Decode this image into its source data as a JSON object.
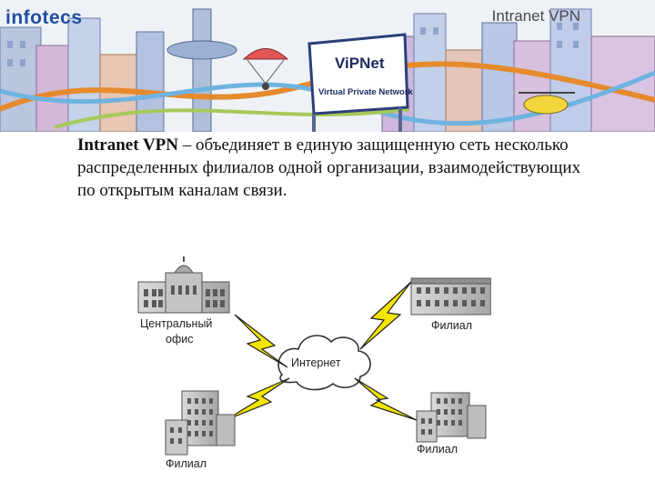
{
  "header": {
    "logo_text": "infotecs",
    "slide_title": "Intranet VPN",
    "billboard_brand": "ViPNet",
    "billboard_tagline": "Virtual Private Network"
  },
  "body": {
    "term": "Intranet VPN",
    "definition": " – объединяет в единую защищенную сеть несколько распределенных филиалов одной организации, взаимодействующих по открытым каналам связи."
  },
  "diagram": {
    "central_office_line1": "Центральный",
    "central_office_line2": "офис",
    "internet_label": "Интернет",
    "branch_top_right": "Филиал",
    "branch_bottom_left": "Филиал",
    "branch_bottom_right": "Филиал",
    "colors": {
      "lightning": "#f2e600",
      "lightning_outline": "#222222",
      "building": "#b9b9b9"
    }
  }
}
